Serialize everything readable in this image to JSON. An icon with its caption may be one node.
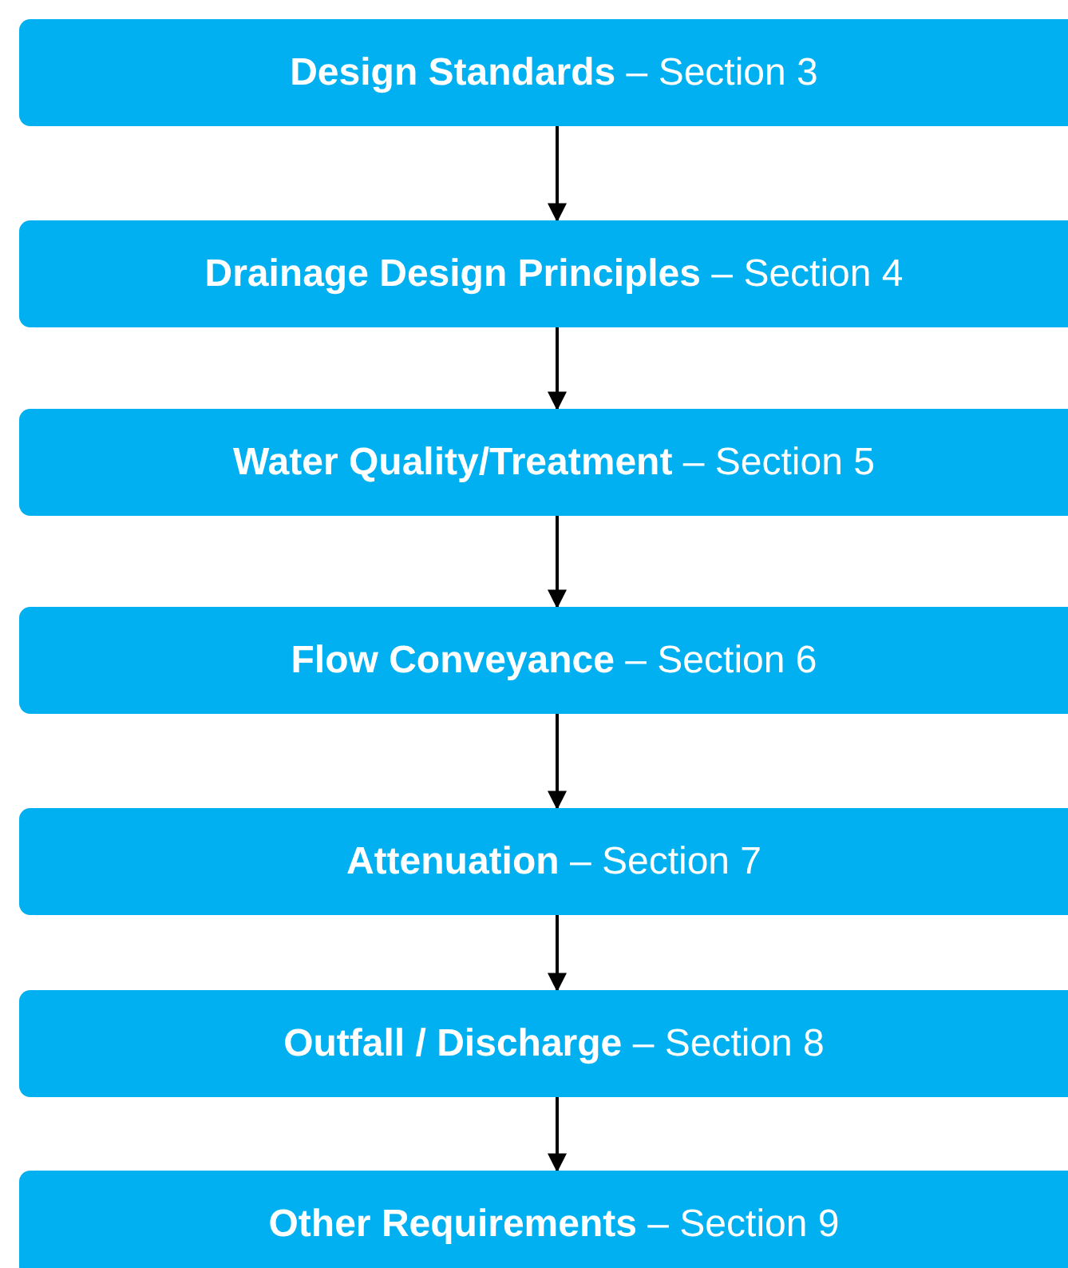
{
  "diagram": {
    "nodes": [
      {
        "text": [
          "**Design Standards** – Section 3"
        ]
      },
      {
        "text": [
          "**Drainage Design Principles** – Section 4"
        ]
      },
      {
        "text": [
          "**Water Quality/Treatment** – Section 5"
        ]
      },
      {
        "text": [
          "**Flow Conveyance** – Section 6"
        ]
      },
      {
        "text": [
          "**Attenuation** – Section 7"
        ]
      },
      {
        "text": [
          "**Outfall / Discharge** – Section 8"
        ]
      },
      {
        "text": [
          "**Other Requirements** – Section 9"
        ]
      }
    ],
    "edges": [
      {
        "from": 0,
        "to": 1,
        "arrow": "to"
      },
      {
        "from": 1,
        "to": 2,
        "arrow": "to"
      },
      {
        "from": 2,
        "to": 3,
        "arrow": "to"
      },
      {
        "from": 3,
        "to": 4,
        "arrow": "to"
      },
      {
        "from": 4,
        "to": 5,
        "arrow": "to"
      },
      {
        "from": 5,
        "to": 6,
        "arrow": "to"
      }
    ]
  }
}
